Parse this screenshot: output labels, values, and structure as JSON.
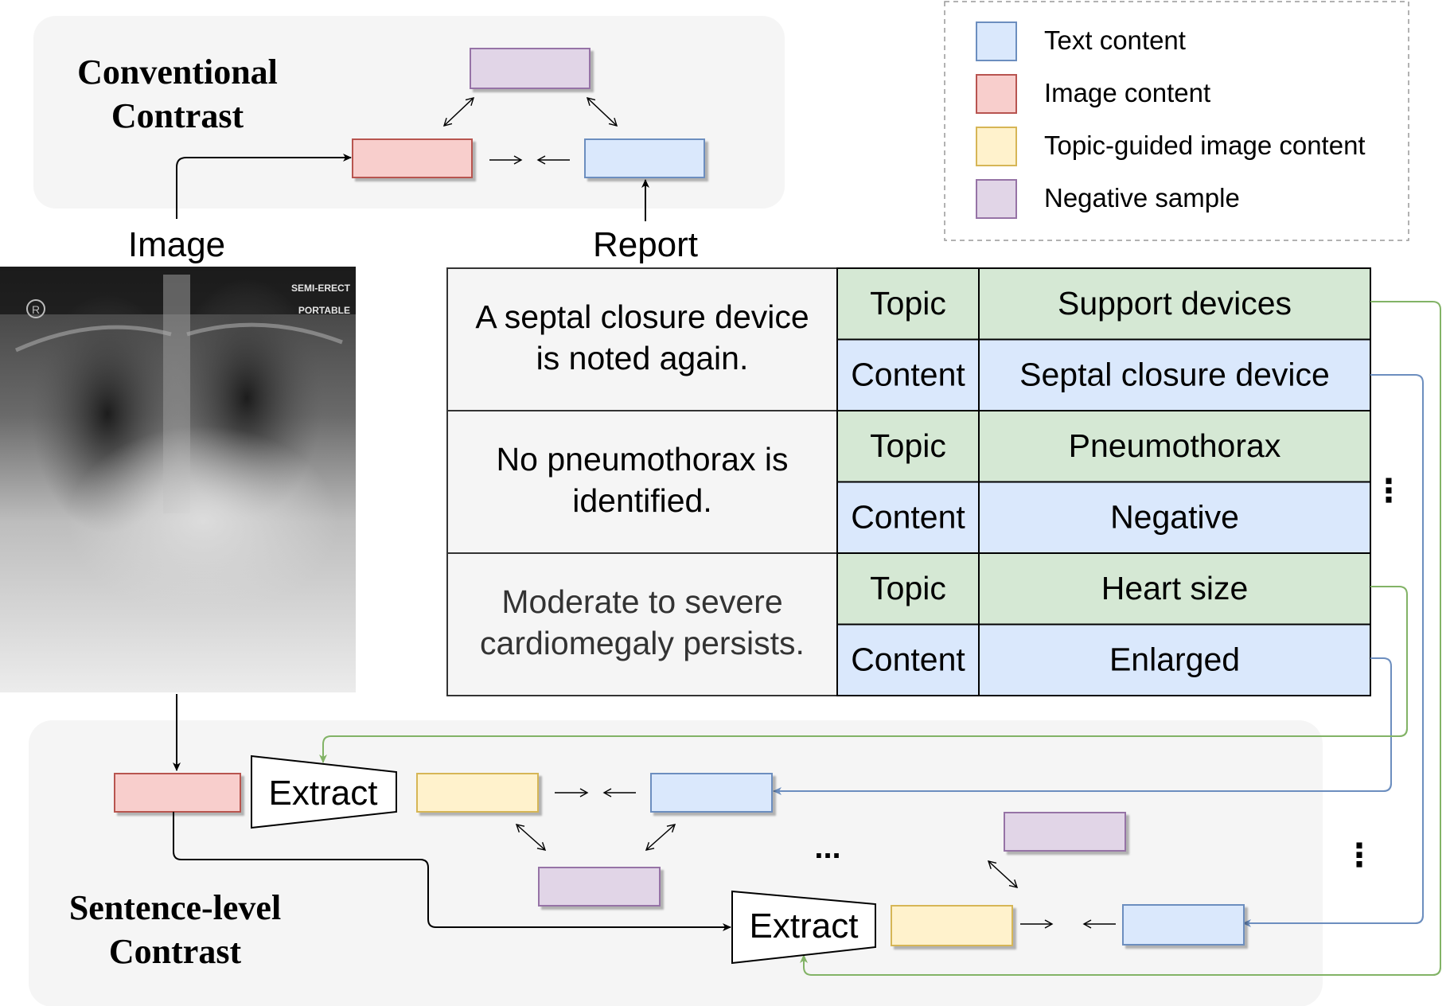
{
  "conventional": {
    "title_line1": "Conventional",
    "title_line2": "Contrast",
    "image_label": "Image",
    "report_label": "Report"
  },
  "legend": {
    "items": [
      {
        "label": "Text content",
        "color": "#dae8fc",
        "border": "#6c8ebf"
      },
      {
        "label": "Image content",
        "color": "#f8cecc",
        "border": "#b85450"
      },
      {
        "label": "Topic-guided image content",
        "color": "#fff2cc",
        "border": "#d6b656"
      },
      {
        "label": "Negative sample",
        "color": "#e1d5e7",
        "border": "#9673a6"
      }
    ]
  },
  "xray_text": {
    "line1": "SEMI-ERECT",
    "line2": "PORTABLE",
    "marker": "R"
  },
  "table": {
    "rows": [
      {
        "sentence_line1": "A septal closure device",
        "sentence_line2": "is noted again.",
        "topic_label": "Topic",
        "topic_value": "Support devices",
        "content_label": "Content",
        "content_value": "Septal closure device"
      },
      {
        "sentence_line1": "No pneumothorax is",
        "sentence_line2": "identified.",
        "topic_label": "Topic",
        "topic_value": "Pneumothorax",
        "content_label": "Content",
        "content_value": "Negative"
      },
      {
        "sentence_line1": "Moderate to severe",
        "sentence_line2": "cardiomegaly persists.",
        "topic_label": "Topic",
        "topic_value": "Heart size",
        "content_label": "Content",
        "content_value": "Enlarged"
      }
    ]
  },
  "sentence_level": {
    "title_line1": "Sentence-level",
    "title_line2": "Contrast",
    "extract_label_1": "Extract",
    "extract_label_2": "Extract",
    "ellipsis": "...",
    "vdots_1": "⋮",
    "vdots_2": "⋮"
  },
  "colors": {
    "text_fill": "#dae8fc",
    "text_stroke": "#6c8ebf",
    "image_fill": "#f8cecc",
    "image_stroke": "#b85450",
    "topic_img_fill": "#fff2cc",
    "topic_img_stroke": "#d6b656",
    "neg_fill": "#e1d5e7",
    "neg_stroke": "#9673a6",
    "topic_cell": "#d5e8d4",
    "green_line": "#82b366",
    "blue_line": "#6c8ebf"
  }
}
